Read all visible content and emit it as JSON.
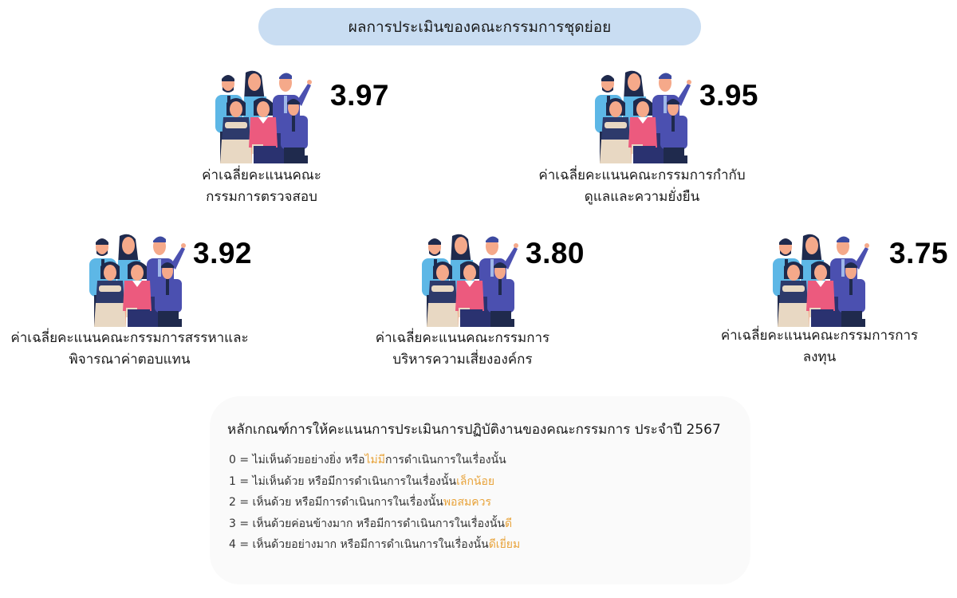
{
  "header": {
    "title": "ผลการประเมินของคณะกรรมการชุดย่อย"
  },
  "colors": {
    "title_pill_bg": "#c9ddf2",
    "highlight": "#e8a33a",
    "criteria_bg": "#fafafa"
  },
  "committees": [
    {
      "score": "3.97",
      "label_line1": "ค่าเฉลี่ยคะแนนคณะ",
      "label_line2": "กรรมการตรวจสอบ",
      "icon": "people-group-icon"
    },
    {
      "score": "3.95",
      "label_line1": "ค่าเฉลี่ยคะแนนคณะกรรมการกำกับ",
      "label_line2": "ดูแลและความยั่งยืน",
      "icon": "people-group-icon"
    },
    {
      "score": "3.92",
      "label_line1": "ค่าเฉลี่ยคะแนนคณะกรรมการสรรหาและ",
      "label_line2": "พิจารณาค่าตอบแทน",
      "icon": "people-group-icon"
    },
    {
      "score": "3.80",
      "label_line1": "ค่าเฉลี่ยคะแนนคณะกรรมการ",
      "label_line2": "บริหารความเสี่ยงองค์กร",
      "icon": "people-group-icon"
    },
    {
      "score": "3.75",
      "label_line1": "ค่าเฉลี่ยคะแนนคณะกรรมการการ",
      "label_line2": "ลงทุน",
      "icon": "people-group-icon"
    }
  ],
  "criteria": {
    "heading": "หลักเกณฑ์การให้คะแนนการประเมินการปฏิบัติงานของคณะกรรมการ ประจำปี 2567",
    "rows": [
      {
        "pre": "0 = ไม่เห็นด้วยอย่างยิ่ง หรือ",
        "highlight": "ไม่มี",
        "post": "การดำเนินการในเรื่องนั้น"
      },
      {
        "pre": "1 = ไม่เห็นด้วย หรือมีการดำเนินการในเรื่องนั้น",
        "highlight": "เล็กน้อย",
        "post": ""
      },
      {
        "pre": "2 = เห็นด้วย หรือมีการดำเนินการในเรื่องนั้น",
        "highlight": "พอสมควร",
        "post": ""
      },
      {
        "pre": "3 = เห็นด้วยค่อนข้างมาก หรือมีการดำเนินการในเรื่องนั้น",
        "highlight": "ดี",
        "post": ""
      },
      {
        "pre": "4 = เห็นด้วยอย่างมาก หรือมีการดำเนินการในเรื่องนั้น",
        "highlight": "ดีเยี่ยม",
        "post": ""
      }
    ]
  }
}
